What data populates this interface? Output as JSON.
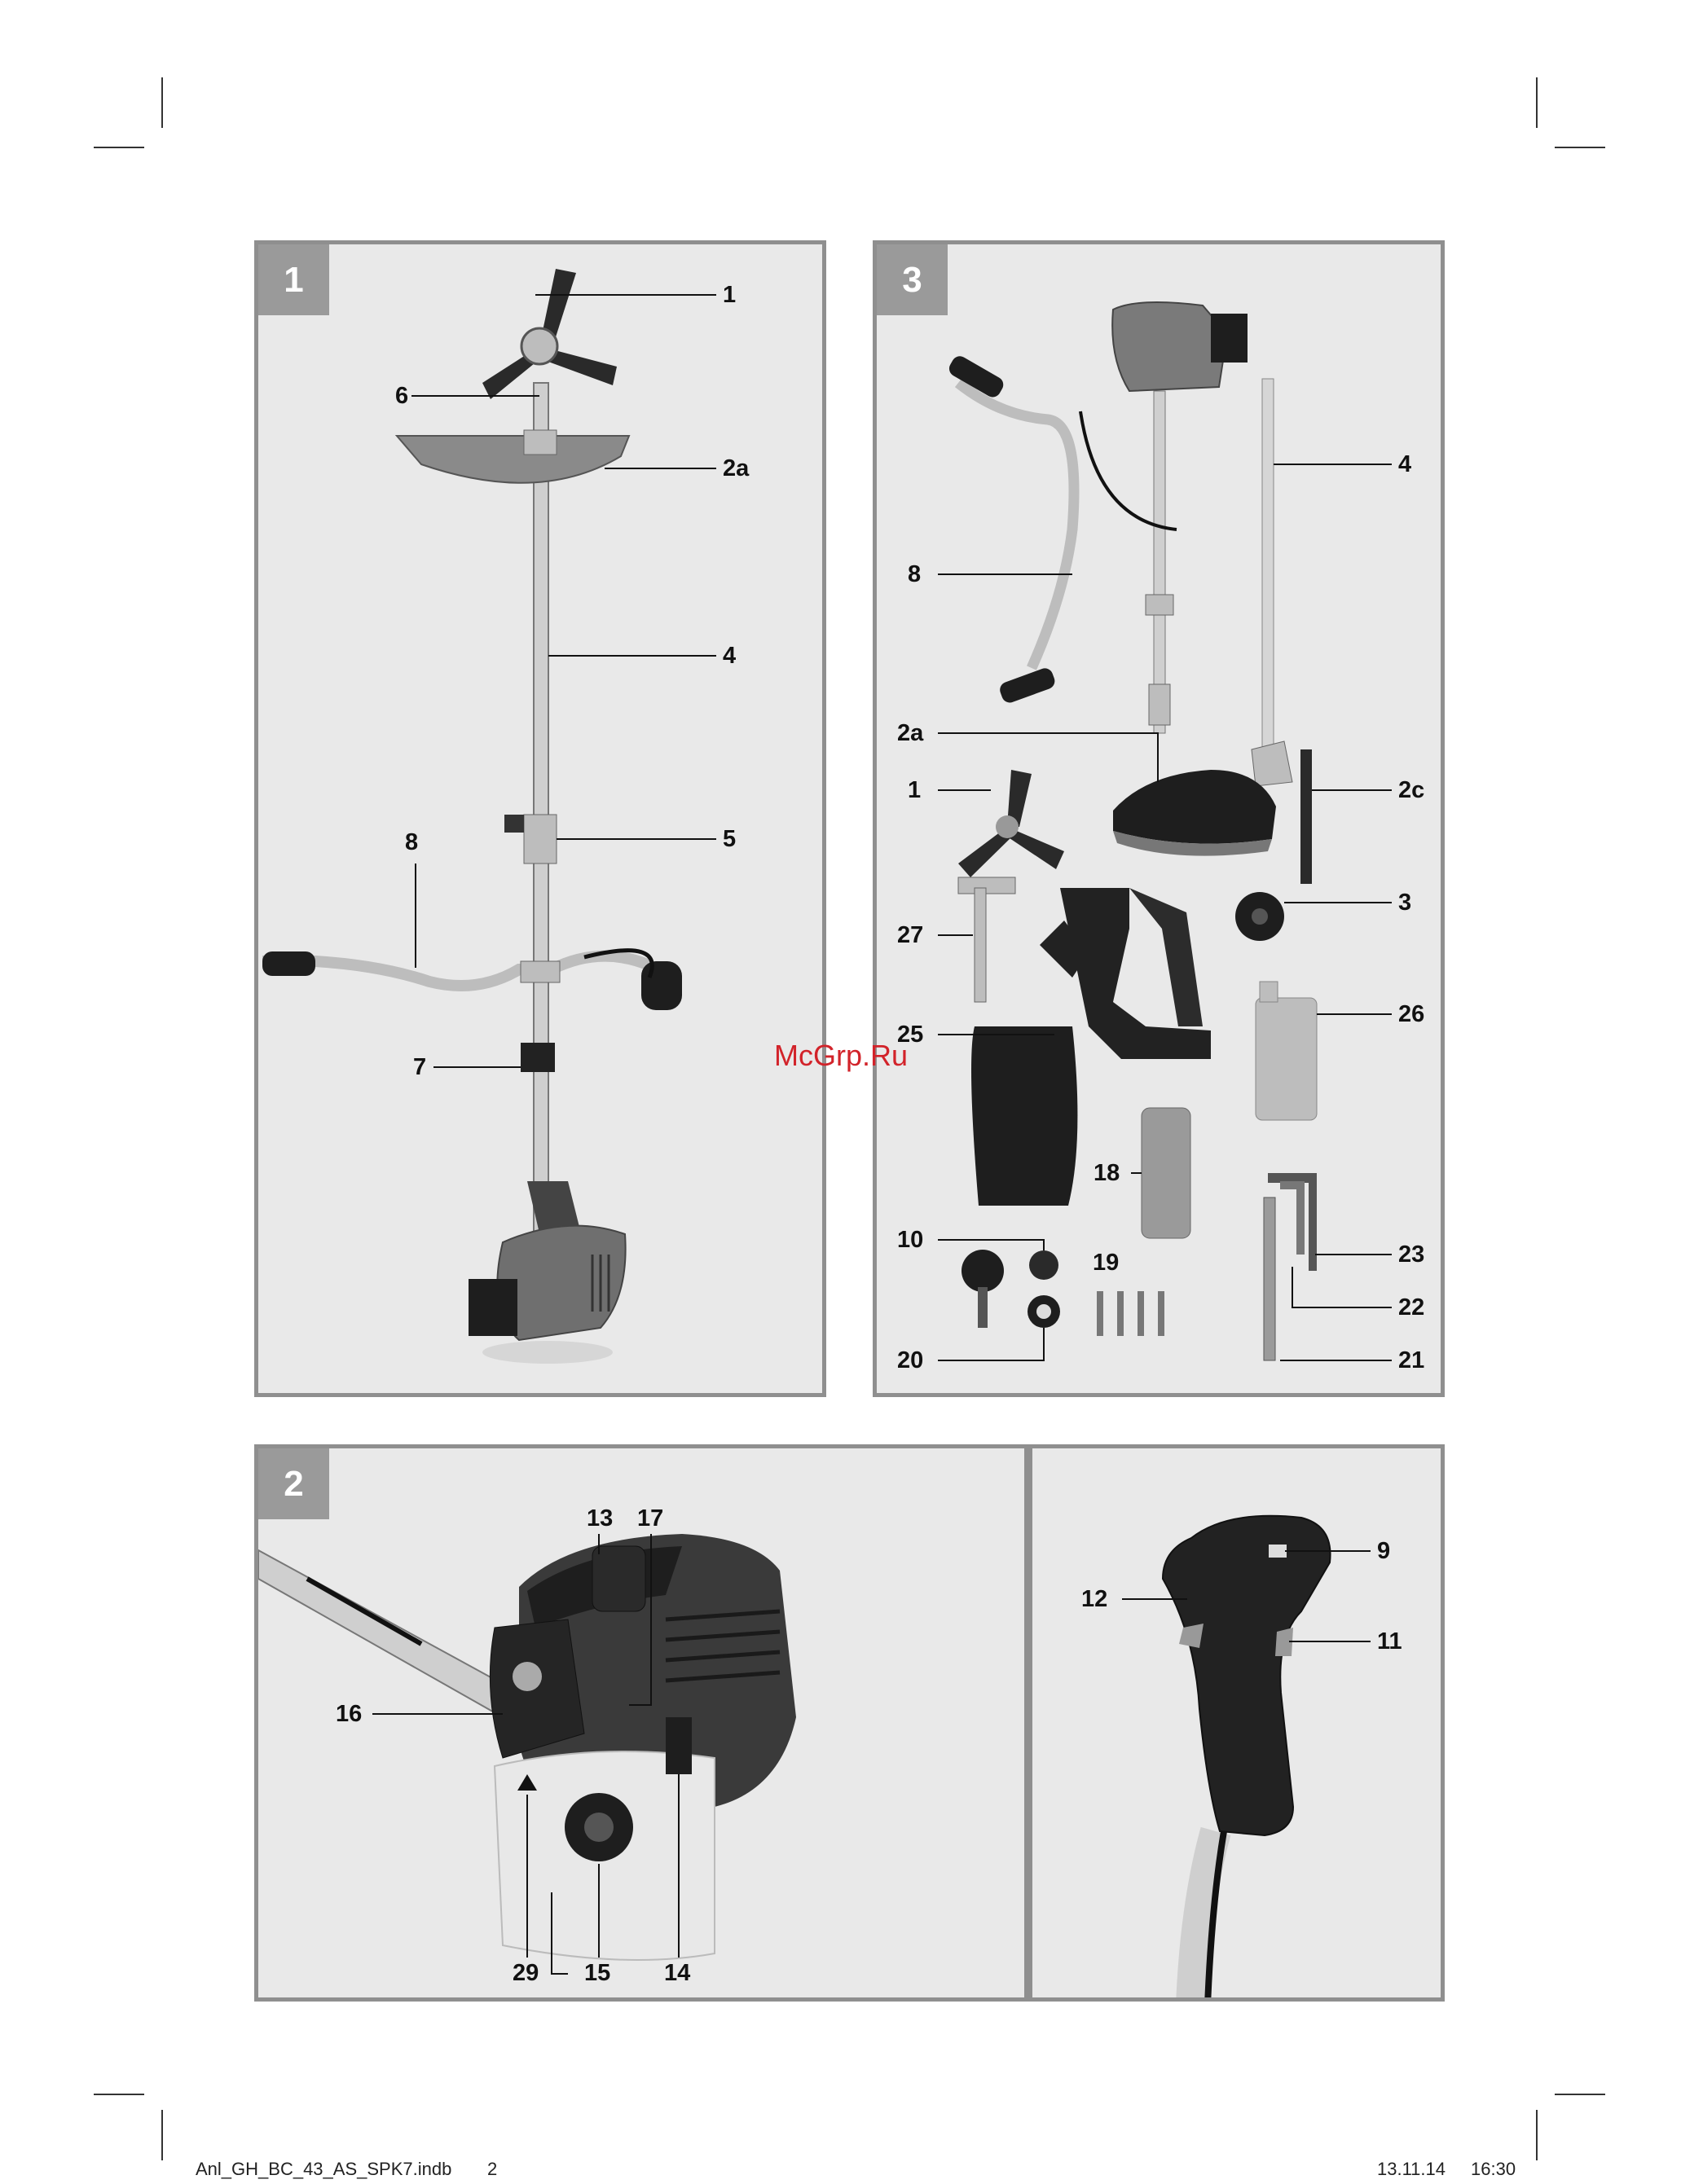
{
  "watermark": "McGrp.Ru",
  "footer": {
    "filename": "Anl_GH_BC_43_AS_SPK7.indb",
    "page": "2",
    "date": "13.11.14",
    "time": "16:30"
  },
  "figure1": {
    "number": "1",
    "labels": [
      "1",
      "6",
      "2a",
      "4",
      "8",
      "5",
      "7"
    ]
  },
  "figure3": {
    "number": "3",
    "labels": [
      "4",
      "8",
      "2a",
      "1",
      "2c",
      "3",
      "27",
      "25",
      "26",
      "18",
      "10",
      "19",
      "23",
      "22",
      "20",
      "21"
    ]
  },
  "figure2": {
    "number": "2",
    "labels": [
      "13",
      "17",
      "16",
      "29",
      "15",
      "14",
      "9",
      "12",
      "11"
    ]
  },
  "colors": {
    "panel_bg": "#e9e9e9",
    "panel_border": "#8f8f8f",
    "watermark": "#d2232a"
  }
}
